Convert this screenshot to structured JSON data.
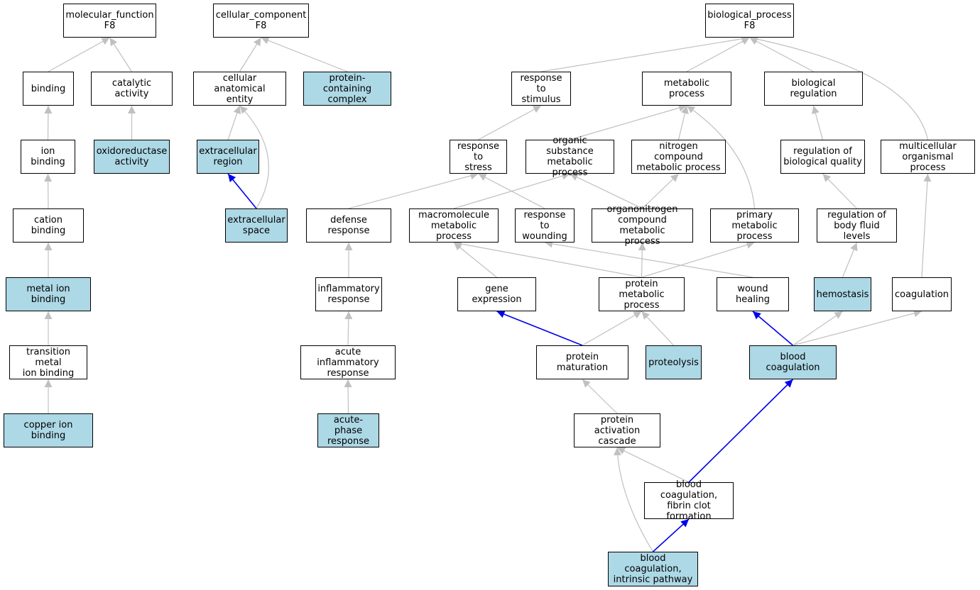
{
  "colors": {
    "highlight_fill": "#add8e6",
    "default_fill": "#ffffff",
    "edge_default": "#c0c0c0",
    "edge_highlight": "#0000ee"
  },
  "nodes": [
    {
      "id": "mf",
      "label": "molecular_function\nF8",
      "highlighted": false
    },
    {
      "id": "binding",
      "label": "binding",
      "highlighted": false
    },
    {
      "id": "catalytic",
      "label": "catalytic activity",
      "highlighted": false
    },
    {
      "id": "ionbind",
      "label": "ion binding",
      "highlighted": false
    },
    {
      "id": "oxido",
      "label": "oxidoreductase\nactivity",
      "highlighted": true
    },
    {
      "id": "cation",
      "label": "cation binding",
      "highlighted": false
    },
    {
      "id": "metalion",
      "label": "metal ion binding",
      "highlighted": true
    },
    {
      "id": "transmetal",
      "label": "transition metal\nion binding",
      "highlighted": false
    },
    {
      "id": "copper",
      "label": "copper ion binding",
      "highlighted": true
    },
    {
      "id": "cc",
      "label": "cellular_component\nF8",
      "highlighted": false
    },
    {
      "id": "cae",
      "label": "cellular anatomical\nentity",
      "highlighted": false
    },
    {
      "id": "pcc",
      "label": "protein-containing\ncomplex",
      "highlighted": true
    },
    {
      "id": "extreg",
      "label": "extracellular\nregion",
      "highlighted": true
    },
    {
      "id": "extspace",
      "label": "extracellular\nspace",
      "highlighted": true
    },
    {
      "id": "bp",
      "label": "biological_process\nF8",
      "highlighted": false
    },
    {
      "id": "rstim",
      "label": "response to\nstimulus",
      "highlighted": false
    },
    {
      "id": "metab",
      "label": "metabolic process",
      "highlighted": false
    },
    {
      "id": "bioreg",
      "label": "biological regulation",
      "highlighted": false
    },
    {
      "id": "rstress",
      "label": "response to\nstress",
      "highlighted": false
    },
    {
      "id": "orgsub",
      "label": "organic substance\nmetabolic process",
      "highlighted": false
    },
    {
      "id": "nitro",
      "label": "nitrogen compound\nmetabolic process",
      "highlighted": false
    },
    {
      "id": "regbq",
      "label": "regulation of\nbiological quality",
      "highlighted": false
    },
    {
      "id": "multi",
      "label": "multicellular\norganismal process",
      "highlighted": false
    },
    {
      "id": "defense",
      "label": "defense response",
      "highlighted": false
    },
    {
      "id": "macro",
      "label": "macromolecule\nmetabolic process",
      "highlighted": false
    },
    {
      "id": "rwound",
      "label": "response to\nwounding",
      "highlighted": false
    },
    {
      "id": "organo",
      "label": "organonitrogen\ncompound metabolic\nprocess",
      "highlighted": false
    },
    {
      "id": "primary",
      "label": "primary metabolic\nprocess",
      "highlighted": false
    },
    {
      "id": "regbfl",
      "label": "regulation of\nbody fluid levels",
      "highlighted": false
    },
    {
      "id": "inflam",
      "label": "inflammatory\nresponse",
      "highlighted": false
    },
    {
      "id": "geneexp",
      "label": "gene expression",
      "highlighted": false
    },
    {
      "id": "protmet",
      "label": "protein metabolic\nprocess",
      "highlighted": false
    },
    {
      "id": "woundh",
      "label": "wound healing",
      "highlighted": false
    },
    {
      "id": "hemo",
      "label": "hemostasis",
      "highlighted": true
    },
    {
      "id": "coag",
      "label": "coagulation",
      "highlighted": false
    },
    {
      "id": "acuteinf",
      "label": "acute inflammatory\nresponse",
      "highlighted": false
    },
    {
      "id": "protmat",
      "label": "protein maturation",
      "highlighted": false
    },
    {
      "id": "proteo",
      "label": "proteolysis",
      "highlighted": true
    },
    {
      "id": "bloodcoag",
      "label": "blood coagulation",
      "highlighted": true
    },
    {
      "id": "acutephase",
      "label": "acute-phase\nresponse",
      "highlighted": true
    },
    {
      "id": "protact",
      "label": "protein activation\ncascade",
      "highlighted": false
    },
    {
      "id": "fibrin",
      "label": "blood coagulation,\nfibrin clot\nformation",
      "highlighted": false
    },
    {
      "id": "intrinsic",
      "label": "blood coagulation,\nintrinsic pathway",
      "highlighted": true
    }
  ],
  "edges": [
    {
      "from": "binding",
      "to": "mf",
      "highlighted": false
    },
    {
      "from": "catalytic",
      "to": "mf",
      "highlighted": false
    },
    {
      "from": "ionbind",
      "to": "binding",
      "highlighted": false
    },
    {
      "from": "oxido",
      "to": "catalytic",
      "highlighted": false
    },
    {
      "from": "cation",
      "to": "ionbind",
      "highlighted": false
    },
    {
      "from": "metalion",
      "to": "cation",
      "highlighted": false
    },
    {
      "from": "transmetal",
      "to": "metalion",
      "highlighted": false
    },
    {
      "from": "copper",
      "to": "transmetal",
      "highlighted": false
    },
    {
      "from": "cae",
      "to": "cc",
      "highlighted": false
    },
    {
      "from": "pcc",
      "to": "cc",
      "highlighted": false
    },
    {
      "from": "extreg",
      "to": "cae",
      "highlighted": false
    },
    {
      "from": "extspace",
      "to": "cae",
      "highlighted": false
    },
    {
      "from": "extspace",
      "to": "extreg",
      "highlighted": true
    },
    {
      "from": "rstim",
      "to": "bp",
      "highlighted": false
    },
    {
      "from": "metab",
      "to": "bp",
      "highlighted": false
    },
    {
      "from": "bioreg",
      "to": "bp",
      "highlighted": false
    },
    {
      "from": "multi",
      "to": "bp",
      "highlighted": false
    },
    {
      "from": "rstress",
      "to": "rstim",
      "highlighted": false
    },
    {
      "from": "orgsub",
      "to": "metab",
      "highlighted": false
    },
    {
      "from": "nitro",
      "to": "metab",
      "highlighted": false
    },
    {
      "from": "primary",
      "to": "metab",
      "highlighted": false
    },
    {
      "from": "regbq",
      "to": "bioreg",
      "highlighted": false
    },
    {
      "from": "defense",
      "to": "rstress",
      "highlighted": false
    },
    {
      "from": "rwound",
      "to": "rstress",
      "highlighted": false
    },
    {
      "from": "macro",
      "to": "orgsub",
      "highlighted": false
    },
    {
      "from": "organo",
      "to": "orgsub",
      "highlighted": false
    },
    {
      "from": "organo",
      "to": "nitro",
      "highlighted": false
    },
    {
      "from": "regbfl",
      "to": "regbq",
      "highlighted": false
    },
    {
      "from": "coag",
      "to": "multi",
      "highlighted": false
    },
    {
      "from": "inflam",
      "to": "defense",
      "highlighted": false
    },
    {
      "from": "geneexp",
      "to": "macro",
      "highlighted": false
    },
    {
      "from": "protmet",
      "to": "macro",
      "highlighted": false
    },
    {
      "from": "woundh",
      "to": "rwound",
      "highlighted": false
    },
    {
      "from": "protmet",
      "to": "organo",
      "highlighted": false
    },
    {
      "from": "protmet",
      "to": "primary",
      "highlighted": false
    },
    {
      "from": "hemo",
      "to": "regbfl",
      "highlighted": false
    },
    {
      "from": "acuteinf",
      "to": "inflam",
      "highlighted": false
    },
    {
      "from": "protmat",
      "to": "geneexp",
      "highlighted": true
    },
    {
      "from": "protmat",
      "to": "protmet",
      "highlighted": false
    },
    {
      "from": "proteo",
      "to": "protmet",
      "highlighted": false
    },
    {
      "from": "bloodcoag",
      "to": "woundh",
      "highlighted": true
    },
    {
      "from": "bloodcoag",
      "to": "hemo",
      "highlighted": false
    },
    {
      "from": "bloodcoag",
      "to": "coag",
      "highlighted": false
    },
    {
      "from": "acutephase",
      "to": "acuteinf",
      "highlighted": false
    },
    {
      "from": "protact",
      "to": "protmat",
      "highlighted": false
    },
    {
      "from": "fibrin",
      "to": "protact",
      "highlighted": false
    },
    {
      "from": "fibrin",
      "to": "bloodcoag",
      "highlighted": true
    },
    {
      "from": "intrinsic",
      "to": "protact",
      "highlighted": false
    },
    {
      "from": "intrinsic",
      "to": "fibrin",
      "highlighted": true
    }
  ]
}
